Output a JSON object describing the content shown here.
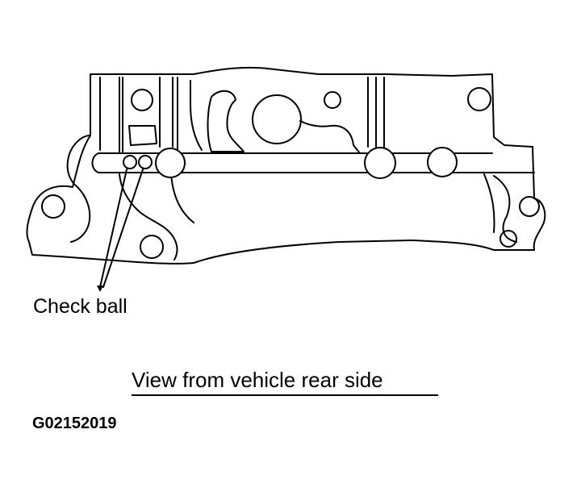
{
  "callout": {
    "label": "Check ball"
  },
  "caption": {
    "text": "View from vehicle rear side"
  },
  "figure_code": "G02152019",
  "colors": {
    "line": "#000000",
    "background": "#ffffff"
  }
}
